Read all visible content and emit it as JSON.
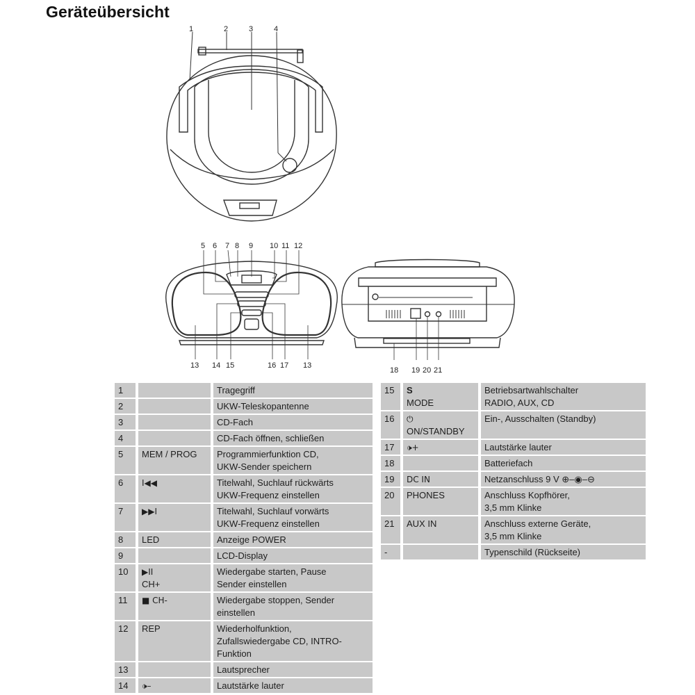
{
  "page": {
    "title": "Geräteübersicht"
  },
  "diagrams": {
    "top_view": {
      "callouts": [
        "1",
        "2",
        "3",
        "4"
      ]
    },
    "front_view": {
      "callouts_top": [
        "5",
        "6",
        "7",
        "8",
        "9",
        "10",
        "11",
        "12"
      ],
      "callouts_bottom": [
        "13",
        "14",
        "15",
        "16",
        "17",
        "13"
      ]
    },
    "rear_view": {
      "callouts_bottom": [
        "18",
        "19",
        "20",
        "21"
      ]
    }
  },
  "table_left": {
    "rows": [
      {
        "num": "1",
        "control": [],
        "description": [
          "Tragegriff"
        ]
      },
      {
        "num": "2",
        "control": [],
        "description": [
          "UKW-Teleskopantenne"
        ]
      },
      {
        "num": "3",
        "control": [],
        "description": [
          "CD-Fach"
        ]
      },
      {
        "num": "4",
        "control": [],
        "description": [
          "CD-Fach öffnen, schließen"
        ]
      },
      {
        "num": "5",
        "control": [
          "MEM / PROG"
        ],
        "description": [
          "Programmierfunktion CD,",
          "UKW-Sender speichern"
        ]
      },
      {
        "num": "6",
        "control": [
          "I◀◀"
        ],
        "icon": "skip-back-icon",
        "description": [
          "Titelwahl, Suchlauf rückwärts",
          "UKW-Frequenz einstellen"
        ]
      },
      {
        "num": "7",
        "control": [
          "▶▶I"
        ],
        "icon": "skip-forward-icon",
        "description": [
          "Titelwahl, Suchlauf vorwärts",
          "UKW-Frequenz einstellen"
        ]
      },
      {
        "num": "8",
        "control": [
          "LED"
        ],
        "description": [
          "Anzeige POWER"
        ]
      },
      {
        "num": "9",
        "control": [],
        "description": [
          "LCD-Display"
        ]
      },
      {
        "num": "10",
        "control": [
          "▶II",
          "CH+"
        ],
        "icon": "play-pause-icon",
        "description": [
          "Wiedergabe starten, Pause",
          "Sender einstellen"
        ]
      },
      {
        "num": "11",
        "control": [
          "■ CH-"
        ],
        "icon": "stop-icon",
        "description": [
          "Wiedergabe stoppen, Sender",
          "einstellen"
        ]
      },
      {
        "num": "12",
        "control": [
          "REP"
        ],
        "description": [
          "Wiederholfunktion,",
          "Zufallswiedergabe CD, INTRO-",
          "Funktion"
        ]
      },
      {
        "num": "13",
        "control": [],
        "description": [
          "Lautsprecher"
        ]
      },
      {
        "num": "14",
        "control": [
          "🕩–"
        ],
        "icon": "volume-down-icon",
        "description": [
          "Lautstärke lauter"
        ]
      }
    ]
  },
  "table_right": {
    "rows": [
      {
        "num": "15",
        "control": [
          "S",
          "MODE"
        ],
        "description": [
          "Betriebsartwahlschalter",
          "RADIO, AUX, CD"
        ]
      },
      {
        "num": "16",
        "control": [
          "⏻",
          "ON/STANDBY"
        ],
        "icon": "power-icon",
        "description": [
          "Ein-, Ausschalten (Standby)"
        ]
      },
      {
        "num": "17",
        "control": [
          "🕩+"
        ],
        "icon": "volume-up-icon",
        "description": [
          "Lautstärke lauter"
        ]
      },
      {
        "num": "18",
        "control": [],
        "description": [
          "Batteriefach"
        ]
      },
      {
        "num": "19",
        "control": [
          "DC IN"
        ],
        "description": [
          "Netzanschluss 9 V ⊕–◉–⊖"
        ],
        "icon": "dc-polarity-icon"
      },
      {
        "num": "20",
        "control": [
          "PHONES"
        ],
        "description": [
          "Anschluss Kopfhörer,",
          "3,5 mm Klinke"
        ]
      },
      {
        "num": "21",
        "control": [
          "AUX IN"
        ],
        "description": [
          "Anschluss externe Geräte,",
          "3,5 mm Klinke"
        ]
      },
      {
        "num": "-",
        "control": [],
        "description": [
          "Typenschild (Rückseite)"
        ]
      }
    ]
  },
  "colors": {
    "cell_bg": "#c8c8c8",
    "text": "#1e1e1e",
    "line_art": "#333333"
  }
}
